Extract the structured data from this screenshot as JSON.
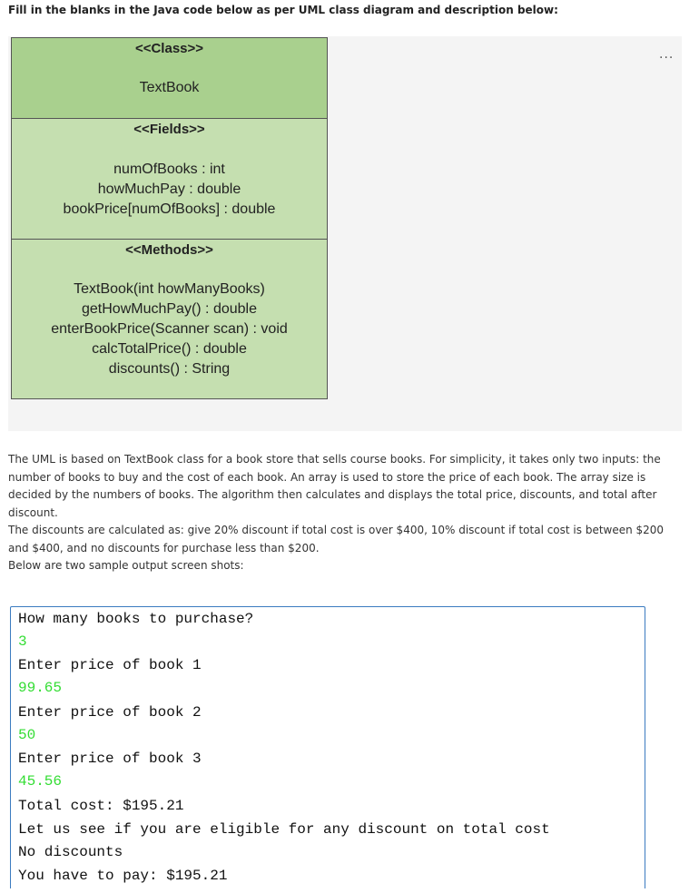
{
  "question": {
    "title": "Fill in the blanks in the Java code below as per UML class diagram and description below:"
  },
  "more_icon": "...",
  "uml": {
    "class_stereotype": "<<Class>>",
    "class_name": "TextBook",
    "fields_stereotype": "<<Fields>>",
    "fields": [
      "numOfBooks : int",
      "howMuchPay : double",
      "bookPrice[numOfBooks] : double"
    ],
    "methods_stereotype": "<<Methods>>",
    "methods": [
      "TextBook(int howManyBooks)",
      "getHowMuchPay() : double",
      "enterBookPrice(Scanner scan) : void",
      "calcTotalPrice() : double",
      "discounts() : String"
    ]
  },
  "description": [
    "The UML is based on TextBook class for a book store that sells course books. For simplicity, it takes only two inputs: the number of books to buy and the cost of each book. An array is used to store the price of each book. The array size is decided by the numbers of books. The algorithm then calculates and displays the total price, discounts, and total after discount.",
    "The discounts are calculated as: give 20% discount if total cost is over $400, 10% discount if total cost is between $200 and $400, and no discounts for purchase less than $200.",
    "Below are two sample output screen shots:"
  ],
  "console": [
    {
      "text": "How many books to purchase?",
      "type": "output"
    },
    {
      "text": "3",
      "type": "input"
    },
    {
      "text": "Enter price of book 1",
      "type": "output"
    },
    {
      "text": "99.65",
      "type": "input"
    },
    {
      "text": "Enter price of book 2",
      "type": "output"
    },
    {
      "text": "50",
      "type": "input"
    },
    {
      "text": "Enter price of book 3",
      "type": "output"
    },
    {
      "text": "45.56",
      "type": "input"
    },
    {
      "text": "Total cost: $195.21",
      "type": "output"
    },
    {
      "text": "Let us see if you are eligible for any discount on total cost",
      "type": "output"
    },
    {
      "text": "No discounts",
      "type": "output"
    },
    {
      "text": "You have to pay: $195.21",
      "type": "output"
    }
  ],
  "colors": {
    "uml_header": "#a9d08e",
    "uml_body": "#c5dfb0",
    "console_input": "#33dd33",
    "console_border": "#3b7bc0"
  }
}
